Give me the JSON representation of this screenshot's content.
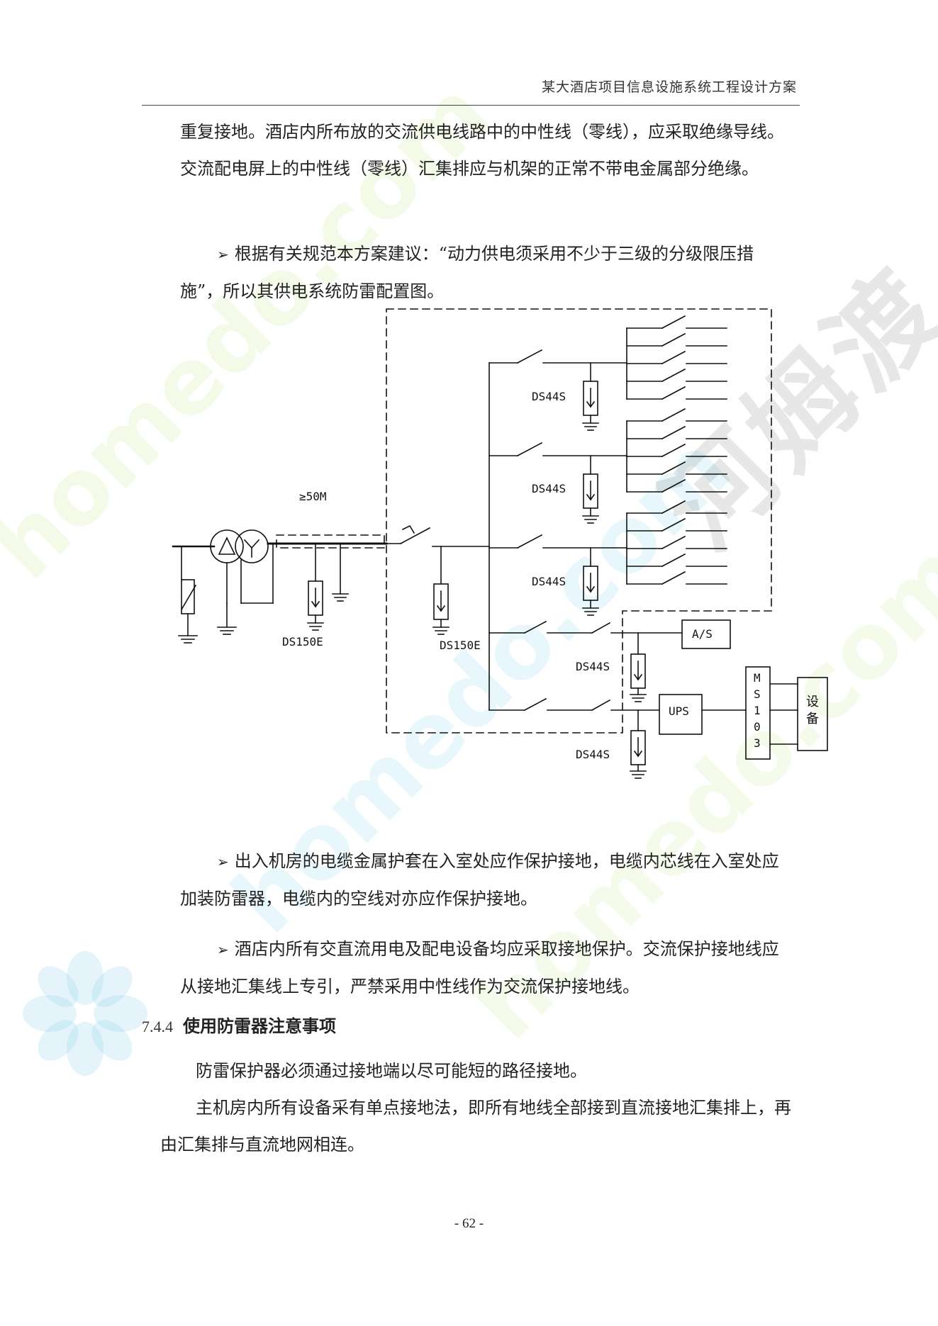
{
  "header": {
    "title": "某大酒店项目信息设施系统工程设计方案"
  },
  "paragraphs": {
    "p1": "重复接地。酒店内所布放的交流供电线路中的中性线（零线），应采取绝缘导线。交流配电屏上的中性线（零线）汇集排应与机架的正常不带电金属部分绝缘。",
    "p2": "根据有关规范本方案建议：“动力供电须采用不少于三级的分级限压措施”，所以其供电系统防雷配置图。",
    "p3": "出入机房的电缆金属护套在入室处应作保护接地，电缆内芯线在入室处应加装防雷器，电缆内的空线对亦应作保护接地。",
    "p4": "酒店内所有交直流用电及配电设备均应采取接地保护。交流保护接地线应从接地汇集线上专引，严禁采用中性线作为交流保护接地线。",
    "p5": "防雷保护器必须通过接地端以尽可能短的路径接地。",
    "p6": "主机房内所有设备采有单点接地法，即所有地线全部接到直流接地汇集排上，再由汇集排与直流地网相连。"
  },
  "bullet_symbol": "➢",
  "section": {
    "number": "7.4.4",
    "title": "使用防雷器注意事项"
  },
  "diagram": {
    "cable_length": "≥50M",
    "labels": {
      "ds150e_left": "DS150E",
      "ds150e_right": "DS150E",
      "ds44s_1": "DS44S",
      "ds44s_2": "DS44S",
      "ds44s_3": "DS44S",
      "ds44s_4": "DS44S",
      "ds44s_5": "DS44S",
      "as": "A/S",
      "ups": "UPS",
      "ms103": [
        "M",
        "S",
        "1",
        "0",
        "3"
      ],
      "equipment": [
        "设",
        "备"
      ]
    }
  },
  "watermark": {
    "brand": "homedo.com",
    "cn": "河姆渡"
  },
  "page_number": "- 62 -"
}
